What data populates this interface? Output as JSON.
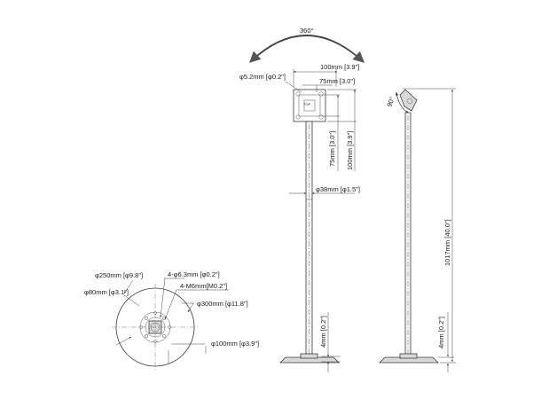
{
  "top_view": {
    "rotation": "360°",
    "plate_width_100": "100mm [3.9\"]",
    "plate_width_75": "75mm [3.0\"]",
    "hole": "φ5.2mm [φ0.2\"]",
    "plate_height_75": "75mm [3.0\"]",
    "plate_height_100": "100mm [3.9\"]",
    "pole_diameter": "φ38mm [φ1.5\"]",
    "plate_mark": "TOP"
  },
  "front_view": {
    "base_thickness": "4mm [0.2\"]"
  },
  "side_view": {
    "tilt": "90°",
    "overall_height": "1017mm [40.0\"]",
    "base_thickness": "4mm [0.2\"]"
  },
  "base_view": {
    "base_diameter": "φ250mm [φ9.8\"]",
    "inner_circle": "φ80mm [φ3.1\"]",
    "holes": "4-φ6.3mm [φ0.2\"]",
    "threads": "4-M6mm[M0.2\"]",
    "outer_diameter": "φ300mm [φ11.8\"]",
    "bolt_circle": "φ100mm [φ3.9\"]"
  }
}
